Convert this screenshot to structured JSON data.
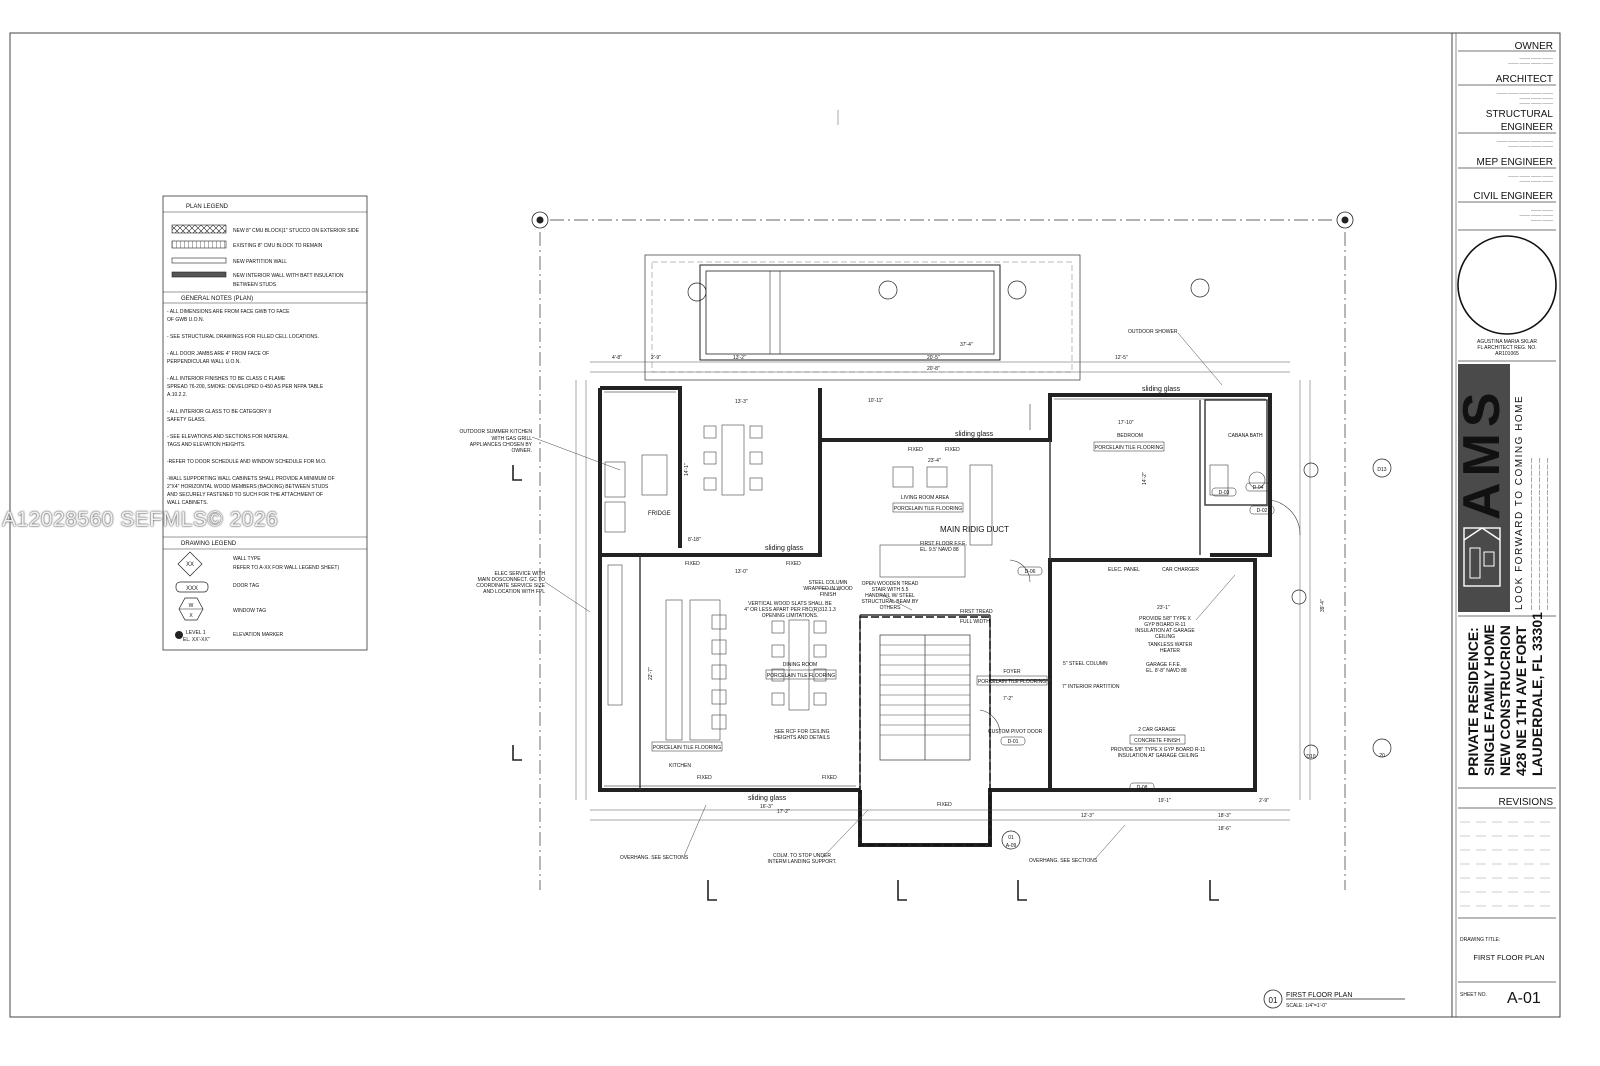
{
  "watermark": "A12028560 SEFMLS© 2026",
  "title_block": {
    "owner": "OWNER",
    "architect": "ARCHITECT",
    "structural_1": "STRUCTURAL",
    "structural_2": "ENGINEER",
    "mep": "MEP ENGINEER",
    "civil": "CIVIL ENGINEER",
    "seal_1": "AGUSTINA MARIA SKLAR",
    "seal_2": "FL ARCHITECT REG. NO.",
    "seal_3": "AR101065",
    "brand": "AMS",
    "tagline": "LOOK FORWARD TO COMING HOME",
    "project_1": "PRIVATE RESIDENCE:",
    "project_2": "SINGLE FAMILY HOME",
    "project_3": "NEW CONSTRUCRION",
    "project_4": "428 NE 1TH AVE FORT",
    "project_5": "LAUDERDALE, FL 33301",
    "revisions": "REVISIONS",
    "drawing_title_label": "DRAWING TITLE:",
    "drawing_title": "FIRST FLOOR PLAN",
    "sheet_no_label": "SHEET NO.",
    "sheet_no": "A-01"
  },
  "legend": {
    "plan_legend": "PLAN LEGEND",
    "items": [
      "NEW 8\" CMU BLOCK|1\" STUCCO ON EXTERIOR SIDE",
      "EXISTING 8\" CMU BLOCK TO REMAIN",
      "NEW PARTITION WALL",
      "NEW INTERIOR WALL WITH BATT INSULATION",
      "BETWEEN STUDS"
    ],
    "general_notes": "GENERAL NOTES (PLAN)",
    "notes": [
      "- ALL DIMENSIONS ARE FROM FACE  GWB TO FACE",
      "OF GWB  U.O.N.",
      "- SEE STRUCTURAL DRAWINGS FOR FILLED CELL LOCATIONS.",
      "- ALL DOOR JAMBS ARE 4\" FROM  FACE OF",
      "PERPENDICULAR WALL U.O.N.",
      "- ALL INTERIOR FINISHES TO BE CLASS  C FLAME",
      "SPREAD 76-200, SMOKE:  DEVELOPED 0-450 AS PER NFPA TABLE",
      "A.10.2.2.",
      "- ALL INTERIOR GLASS TO BE  CATEGORY II",
      "SAFETY GLASS.",
      "- SEE ELEVATIONS AND SECTIONS FOR MATERIAL",
      "TAGS AND ELEVATION HEIGHTS.",
      "-REFER TO  DOOR SCHEDULE AND WINDOW SCHEDULE FOR M.O.",
      "-WALL SUPPORTING WALL CABINETS SHALL PROVIDE A MINIMUM OF",
      "2\"X4\" HORIZONTAL WOOD MEMBERS (BACKING) BETWEEN STUDS",
      "AND SECURELY FASTENED TO SUCH FOR THE ATTACHMENT OF",
      "WALL CABINETS."
    ],
    "drawing_legend": "DRAWING LEGEND",
    "wall_type_1": "WALL TYPE",
    "wall_type_2": "REFER TO A-XX FOR WALL LEGEND SHEET)",
    "wall_tag": "XX",
    "door_tag_symbol": "XXX",
    "door_tag": "DOOR TAG",
    "window_tag_w": "W",
    "window_tag_x": "X",
    "window_tag": "WINDOW TAG",
    "level_1": "LEVEL 1",
    "level_el": "EL. XX'-XX\"",
    "elevation_marker": "ELEVATION MARKER"
  },
  "plan": {
    "callouts": {
      "outdoor_kitchen": [
        "OUTDOOR SUMMER KITCHEN",
        "WITH GAS GRILL",
        "APPLIANCES CHOSEN BY",
        "OWNER."
      ],
      "elec_service": [
        "ELEC SERVICE WITH",
        "MAIN DOSCONNECT. GC TO",
        "COORDINATE SERVICE SIZE",
        "AND LOCATION WITH FPL"
      ],
      "outdoor_shower": "OUTDOOR SHOWER",
      "steel_column": [
        "STEEL COLUMN",
        "WRAPPED IN WOOD",
        "FINISH"
      ],
      "slats": [
        "VERTICAL WOOD SLATS SHALL BE",
        "4\" OR LESS APART PER FBC(R)312.1.3",
        "OPENING LIMITATIONS."
      ],
      "stair": [
        "OPEN WOODEN TREAD",
        "STAIR WITH 5.5",
        "HANDRAIL W/ STEEL",
        "STRUCTURAL BEAM BY",
        "OTHERS"
      ],
      "rcf": [
        "SEE RCF FOR CEILING",
        "HEIGHTS AND DETAILS"
      ],
      "colm": [
        "COLM. TO STOP UNDER",
        "INTERM LANDING SUPPORT."
      ],
      "overhang_left": "OVERHANG. SEE SECTIONS",
      "overhang_right": "OVERHANG. SEE SECTIONS",
      "gyp_1": [
        "PROVIDE 5/8\" TYPE X",
        "GYP BOARD R-11",
        "INSULATION AT GARAGE",
        "CEILING"
      ],
      "water_heater": [
        "TANKLESS WATER",
        "HEATER"
      ],
      "gyp_2": [
        "PROVIDE 5/8\" TYPE X GYP BOARD R-11",
        "INSULATION AT GARAGE CEILING"
      ]
    },
    "rooms": {
      "living": "LIVING ROOM AREA",
      "dining": "DINING ROOM",
      "kitchen": "KITCHEN",
      "bedroom": "BEDROOM",
      "cabana": "CABANA BATH",
      "foyer": "FOYER",
      "garage": "2 CAR GARAGE",
      "fridge": "FRIDGE",
      "main_duct": "MAIN RIDIG DUCT",
      "first_floor_1": "FIRST FLOOR F.F.E.",
      "first_floor_2": "EL. 9.5' NAVD 88",
      "garage_ffe_1": "GARAGE F.F.E.",
      "garage_ffe_2": "EL. 8'-8\" NAVD 88"
    },
    "finishes": {
      "porcelain": "PORCELAIN TILE FLOORING",
      "concrete": "CONCRETE FINISH"
    },
    "labels": {
      "sliding_glass": "sliding glass",
      "fixed": "FIXED",
      "elec_panel": "ELEC. PANEL",
      "car_charger": "CAR CHARGER",
      "steel_column_5": "5\" STEEL COLUMN",
      "interior_partition": "7\" INTERIOR PARTITION",
      "custom_door": "CUSTOM PIVOT DOOR",
      "first_tread_1": "FIRST TREAD",
      "first_tread_2": "FULL WIDTH",
      "d06": "D-06",
      "d04": "D-04",
      "d03": "D-03",
      "d02": "D-02",
      "d01": "D-01",
      "d08": "D-08",
      "section_a09": "A-09",
      "section_01": "01",
      "d13": "D13",
      "d10": "D10",
      "d20": "20"
    },
    "dimensions": [
      "4'-8\"",
      "2'-9\"",
      "13'-2\"",
      "20'-5\"",
      "37'-4\"",
      "20'-8\"",
      "12'-5\"",
      "10'-11\"",
      "13'-3\"",
      "14'-1\"",
      "23'-4\"",
      "17'-10\"",
      "14'-2\"",
      "8'-18\"",
      "13'-0\"",
      "23'-1\"",
      "22'-7\"",
      "16'-3\"",
      "19'-1\"",
      "18'-3\"",
      "17'-2\"",
      "12'-3\"",
      "18'-6\"",
      "2'-9\"",
      "7'-2\"",
      "39'-4\""
    ],
    "plan_title": "FIRST FLOOR PLAN",
    "scale": "SCALE:    1/4\"=1'-0\"",
    "plan_number": "01"
  }
}
